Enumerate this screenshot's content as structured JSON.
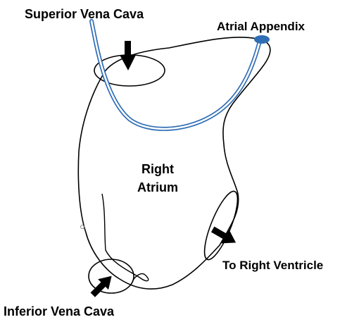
{
  "labels": {
    "superior_vena_cava": "Superior Vena Cava",
    "atrial_appendix": "Atrial Appendix",
    "right_atrium_line1": "Right",
    "right_atrium_line2": "Atrium",
    "to_right_ventricle": "To Right Ventricle",
    "inferior_vena_cava": "Inferior Vena Cava"
  },
  "colors": {
    "outline": "#000000",
    "lead": "#2f6db5",
    "lead_tip": "#2f6db5",
    "background": "#ffffff"
  }
}
